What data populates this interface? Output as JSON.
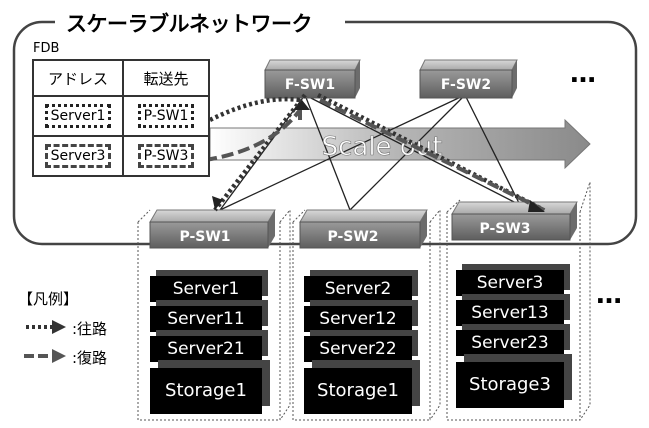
{
  "title": "スケーラブルネットワーク",
  "fdb": {
    "caption": "FDB",
    "headers": [
      "アドレス",
      "転送先"
    ],
    "rows": [
      {
        "address": "Server1",
        "dest": "P-SW1"
      },
      {
        "address": "Server3",
        "dest": "P-SW3"
      }
    ]
  },
  "fabric_switches": [
    "F-SW1",
    "F-SW2"
  ],
  "fabric_ellipsis": "…",
  "scaleout_label": "Scale out",
  "pods": [
    {
      "switch": "P-SW1",
      "servers": [
        "Server1",
        "Server11",
        "Server21"
      ],
      "storage": "Storage1"
    },
    {
      "switch": "P-SW2",
      "servers": [
        "Server2",
        "Server12",
        "Server22"
      ],
      "storage": "Storage1"
    },
    {
      "switch": "P-SW3",
      "servers": [
        "Server3",
        "Server13",
        "Server23"
      ],
      "storage": "Storage3"
    }
  ],
  "pod_ellipsis": "…",
  "legend": {
    "title": "【凡例】",
    "forward": ":往路",
    "return": ":復路"
  }
}
